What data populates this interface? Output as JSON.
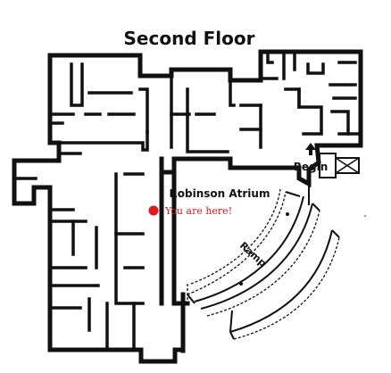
{
  "map": {
    "title": "Second Floor",
    "atrium_label": "Robinson Atrium",
    "begin_label": "Begin",
    "ramp_label": "Ramp",
    "you_are_here": "You are here!",
    "marker_color": "#e8141c",
    "icons": [
      "you-are-here-marker",
      "up-arrow-icon",
      "elevator-icon"
    ]
  }
}
